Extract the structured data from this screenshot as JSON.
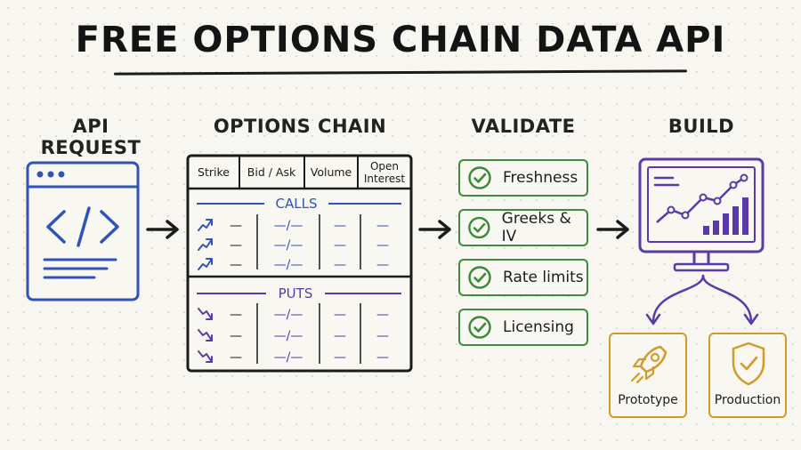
{
  "title": "FREE OPTIONS CHAIN DATA API",
  "stages": {
    "request": "API REQUEST",
    "chain": "OPTIONS CHAIN",
    "validate": "VALIDATE",
    "build": "BUILD"
  },
  "table": {
    "headers": [
      "Strike",
      "Bid / Ask",
      "Volume",
      "Open Interest"
    ],
    "header_open": "Open",
    "header_interest": "Interest",
    "calls_label": "CALLS",
    "puts_label": "PUTS",
    "strike_cell": "—",
    "bidask_cell": "—/—",
    "volume_cell": "—",
    "oi_cell": "—"
  },
  "checks": [
    "Freshness",
    "Greeks & IV",
    "Rate limits",
    "Licensing"
  ],
  "outputs": [
    "Prototype",
    "Production"
  ],
  "colors": {
    "blue": "#2f53b8",
    "purple": "#5a3aa8",
    "green": "#3c8a3a",
    "gold": "#d29b27",
    "ink": "#1b1b1b"
  },
  "icons": [
    "browser-code-icon",
    "trend-up-icon",
    "trend-down-icon",
    "check-circle-icon",
    "monitor-chart-icon",
    "rocket-icon",
    "shield-check-icon"
  ]
}
